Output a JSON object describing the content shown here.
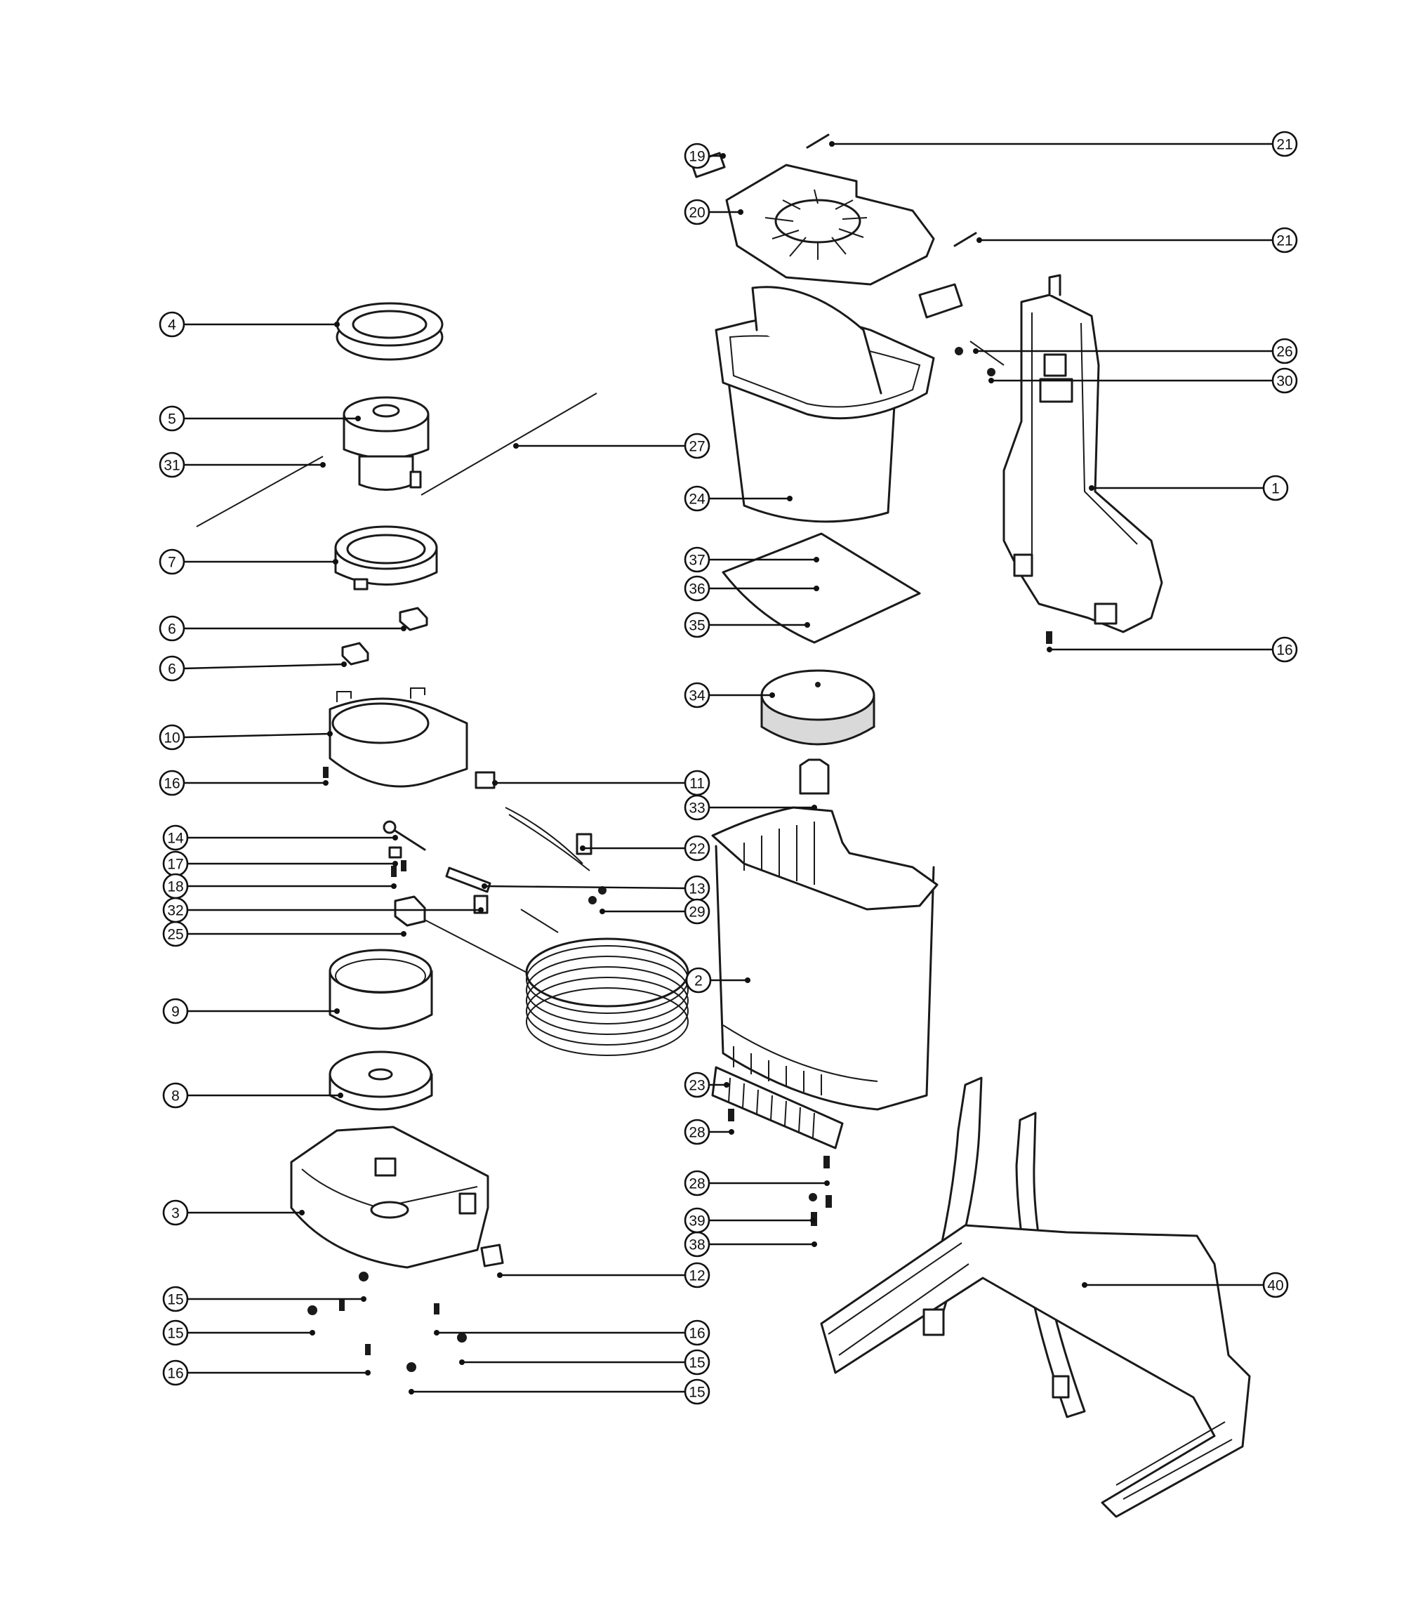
{
  "callouts": [
    {
      "id": "1"
    },
    {
      "id": "2"
    },
    {
      "id": "3"
    },
    {
      "id": "4"
    },
    {
      "id": "5"
    },
    {
      "id": "6"
    },
    {
      "id": "6"
    },
    {
      "id": "7"
    },
    {
      "id": "8"
    },
    {
      "id": "9"
    },
    {
      "id": "10"
    },
    {
      "id": "11"
    },
    {
      "id": "12"
    },
    {
      "id": "13"
    },
    {
      "id": "14"
    },
    {
      "id": "15"
    },
    {
      "id": "15"
    },
    {
      "id": "15"
    },
    {
      "id": "15"
    },
    {
      "id": "16"
    },
    {
      "id": "16"
    },
    {
      "id": "16"
    },
    {
      "id": "16"
    },
    {
      "id": "17"
    },
    {
      "id": "18"
    },
    {
      "id": "19"
    },
    {
      "id": "20"
    },
    {
      "id": "21"
    },
    {
      "id": "21"
    },
    {
      "id": "22"
    },
    {
      "id": "23"
    },
    {
      "id": "24"
    },
    {
      "id": "25"
    },
    {
      "id": "26"
    },
    {
      "id": "27"
    },
    {
      "id": "28"
    },
    {
      "id": "28"
    },
    {
      "id": "29"
    },
    {
      "id": "30"
    },
    {
      "id": "31"
    },
    {
      "id": "32"
    },
    {
      "id": "33"
    },
    {
      "id": "34"
    },
    {
      "id": "35"
    },
    {
      "id": "36"
    },
    {
      "id": "37"
    },
    {
      "id": "38"
    },
    {
      "id": "39"
    },
    {
      "id": "40"
    }
  ]
}
